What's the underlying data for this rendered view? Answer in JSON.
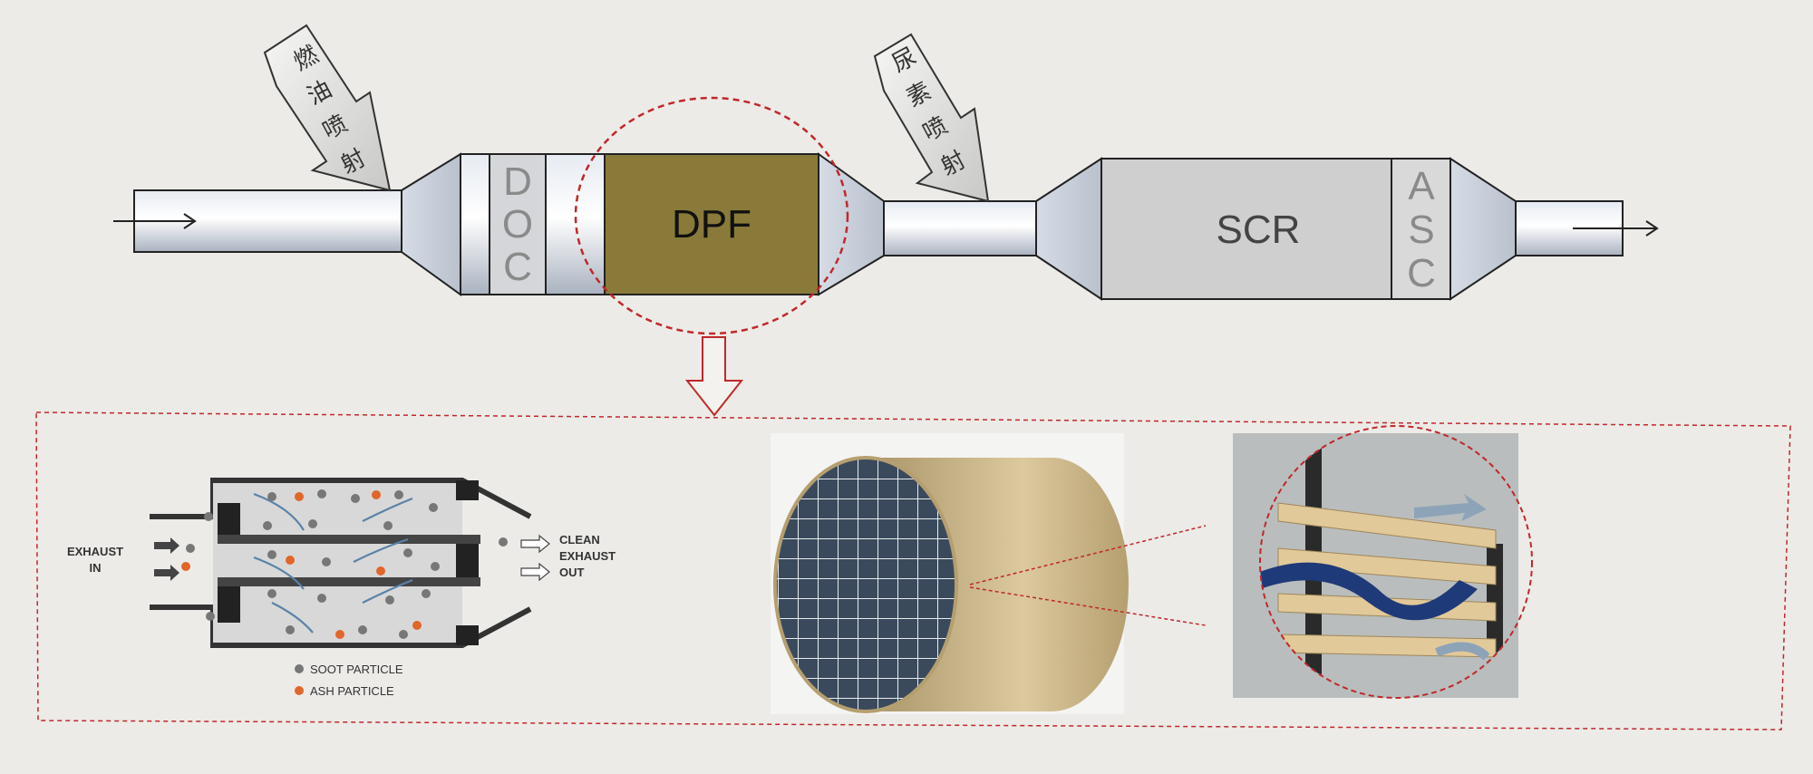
{
  "system": {
    "fuel_injection": [
      "燃",
      "油",
      "喷",
      "射"
    ],
    "urea_injection": [
      "尿",
      "素",
      "喷",
      "射"
    ],
    "doc": [
      "D",
      "O",
      "C"
    ],
    "dpf": "DPF",
    "scr": "SCR",
    "asc": [
      "A",
      "S",
      "C"
    ]
  },
  "detail": {
    "exhaust_in": [
      "EXHAUST",
      "IN"
    ],
    "clean_exhaust_out": [
      "CLEAN",
      "EXHAUST",
      "OUT"
    ],
    "legend": {
      "soot": "SOOT PARTICLE",
      "ash": "ASH PARTICLE"
    }
  },
  "colors": {
    "dpf_fill": "#8a7a3a",
    "ash_particle": "#e0662a",
    "soot_particle": "#777777",
    "highlight_circle": "#c0282a"
  }
}
